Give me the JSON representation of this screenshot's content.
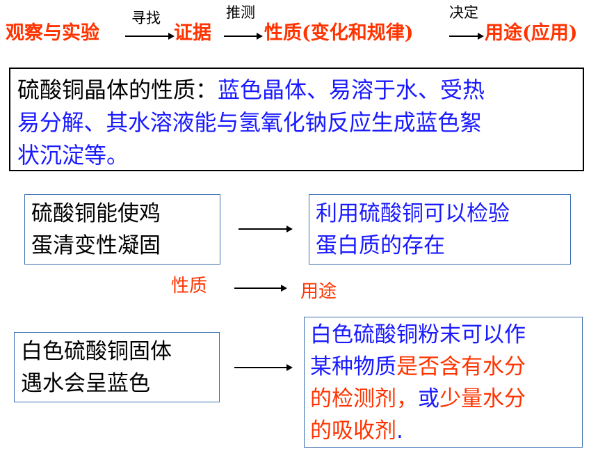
{
  "flow": {
    "observe": "观察与实验",
    "evidence": "证据",
    "property": "性质(变化和规律)",
    "use": "用途(应用)",
    "label_find": "寻找",
    "label_infer": "推测",
    "label_decide": "决定"
  },
  "summary": {
    "lead": "硫酸铜晶体的性质：",
    "detail_line1": "蓝色晶体、易溶于水、受热",
    "detail_line2": "易分解、其水溶液能与氢氧化钠反应生成蓝色絮",
    "detail_line3": "状沉淀等。"
  },
  "row1": {
    "left_line1": "硫酸铜能使鸡",
    "left_line2": "蛋清变性凝固",
    "right_line1": "利用硫酸铜可以检验",
    "right_line2": "蛋白质的存在"
  },
  "middle": {
    "property_label": "性质",
    "use_label": "用途"
  },
  "row2": {
    "left_line1": "白色硫酸铜固体",
    "left_line2": "遇水会呈蓝色",
    "right_a": "白色硫酸铜粉末可以作",
    "right_b": "某种物质",
    "right_c": "是否含有水分",
    "right_d": "的检测剂，",
    "right_e": "或",
    "right_f": "少量水分",
    "right_g": "的吸收剂",
    "right_h": "."
  },
  "colors": {
    "red": "#ff3300",
    "blue": "#1a1aff",
    "black": "#000000"
  }
}
